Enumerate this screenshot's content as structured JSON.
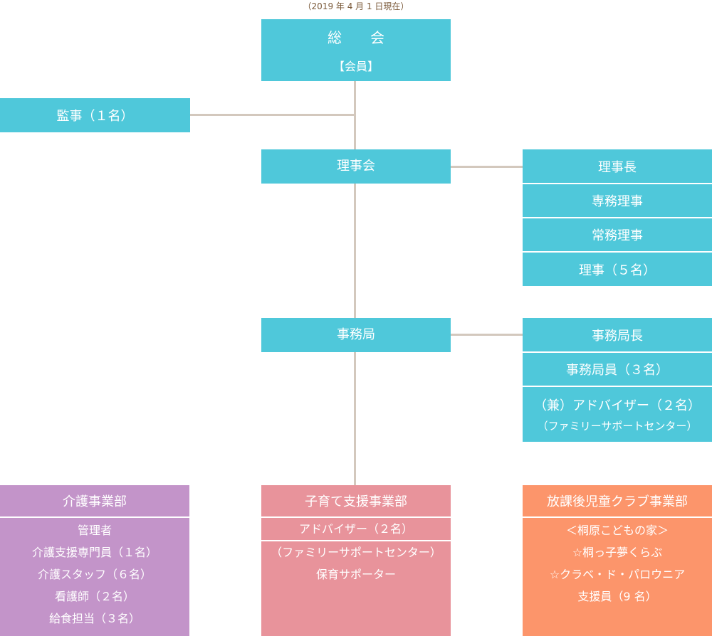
{
  "date_note": "（2019 年 4 月 1 日現在）",
  "general": {
    "title": "総　　会",
    "sub": "【会員】"
  },
  "auditor": "監事（１名）",
  "board": "理事会",
  "board_roles": [
    "理事長",
    "専務理事",
    "常務理事",
    "理事（５名）"
  ],
  "secretariat": "事務局",
  "sec_roles": [
    "事務局長",
    "事務局員（３名）"
  ],
  "advisor": {
    "main": "（兼）アドバイザー（２名）",
    "sub": "（ファミリーサポートセンター）"
  },
  "care": {
    "title": "介護事業部",
    "items": [
      "管理者",
      "介護支援専門員（１名）",
      "介護スタッフ（６名）",
      "看護師（２名）",
      "給食担当（３名）"
    ]
  },
  "child": {
    "title": "子育て支援事業部",
    "first": "アドバイザー（２名）",
    "items": [
      "（ファミリーサポートセンター）",
      "保育サポーター"
    ]
  },
  "afterschool": {
    "title": "放課後児童クラブ事業部",
    "items": [
      "＜桐原こどもの家＞",
      "☆桐っ子夢くらぶ",
      "☆クラベ・ド・パロウニア",
      "支援員（9 名）"
    ]
  },
  "colors": {
    "teal": "#4fc8da",
    "purple": "#c394c9",
    "pink": "#e8939b",
    "orange": "#fc956b",
    "line": "#d3c8bd"
  }
}
